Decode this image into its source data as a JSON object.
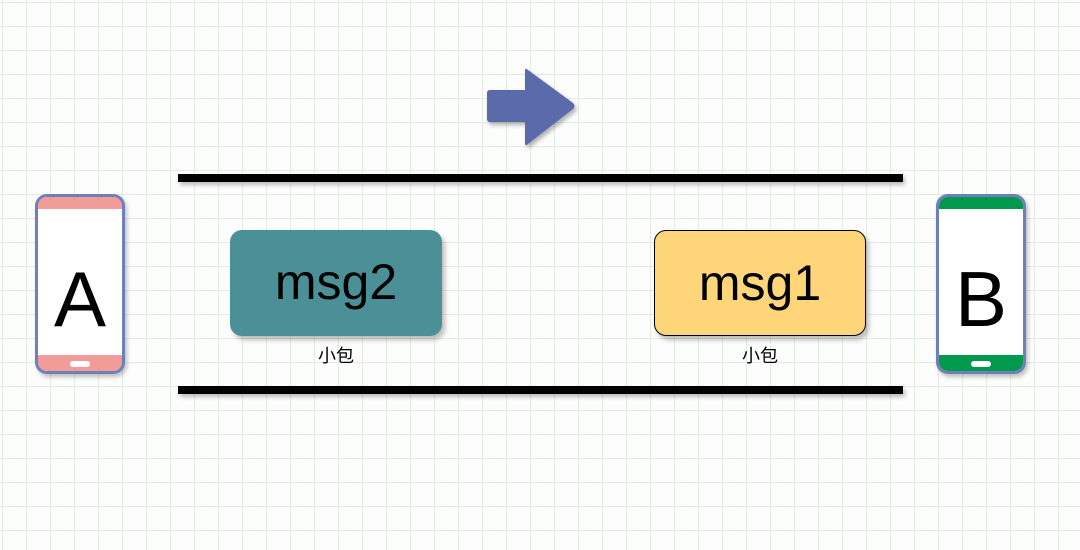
{
  "nodes": {
    "a": {
      "label": "A",
      "accent": "#f19c99"
    },
    "b": {
      "label": "B",
      "accent": "#00994d"
    }
  },
  "messages": [
    {
      "id": "msg2",
      "label": "msg2",
      "caption": "小包",
      "fill": "#4a9096"
    },
    {
      "id": "msg1",
      "label": "msg1",
      "caption": "小包",
      "fill": "#ffd57a"
    }
  ],
  "colors": {
    "phone_border": "#6f7fb8",
    "arrow": "#5a6aab",
    "line": "#000000"
  },
  "icons": {
    "direction": "right-arrow-icon",
    "device": "smartphone-icon"
  }
}
